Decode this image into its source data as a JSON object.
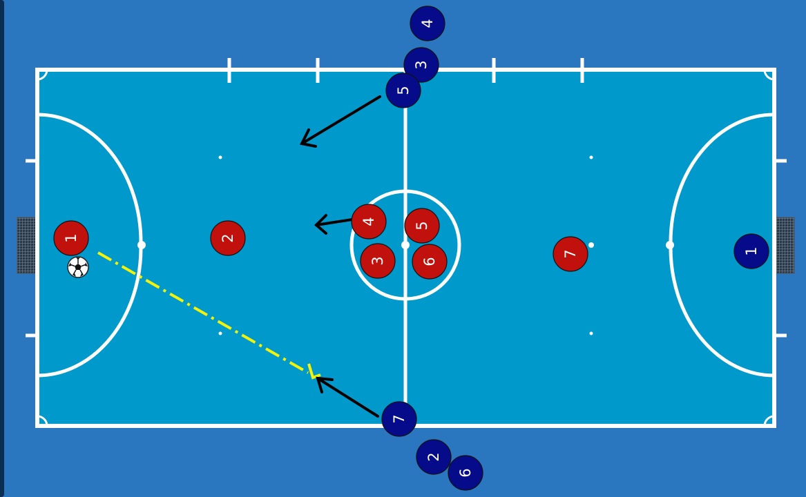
{
  "colors": {
    "background": "#2a77c0",
    "pitch": "#0099cc",
    "lines": "#ffffff",
    "team_red": "#c0110d",
    "team_blue": "#060b8a",
    "pass_line": "#f2f20a",
    "movement_arrow": "#000000"
  },
  "team_red": {
    "players": [
      {
        "id": "red-1",
        "label": "1"
      },
      {
        "id": "red-2",
        "label": "2"
      },
      {
        "id": "red-3",
        "label": "3"
      },
      {
        "id": "red-4",
        "label": "4"
      },
      {
        "id": "red-5",
        "label": "5"
      },
      {
        "id": "red-6",
        "label": "6"
      },
      {
        "id": "red-7",
        "label": "7"
      }
    ]
  },
  "team_blue": {
    "players": [
      {
        "id": "blue-1",
        "label": "1"
      },
      {
        "id": "blue-2",
        "label": "2"
      },
      {
        "id": "blue-3",
        "label": "3"
      },
      {
        "id": "blue-4",
        "label": "4"
      },
      {
        "id": "blue-5",
        "label": "5"
      },
      {
        "id": "blue-6",
        "label": "6"
      },
      {
        "id": "blue-7",
        "label": "7"
      }
    ]
  },
  "ball": {
    "icon": "soccer-ball-icon"
  }
}
